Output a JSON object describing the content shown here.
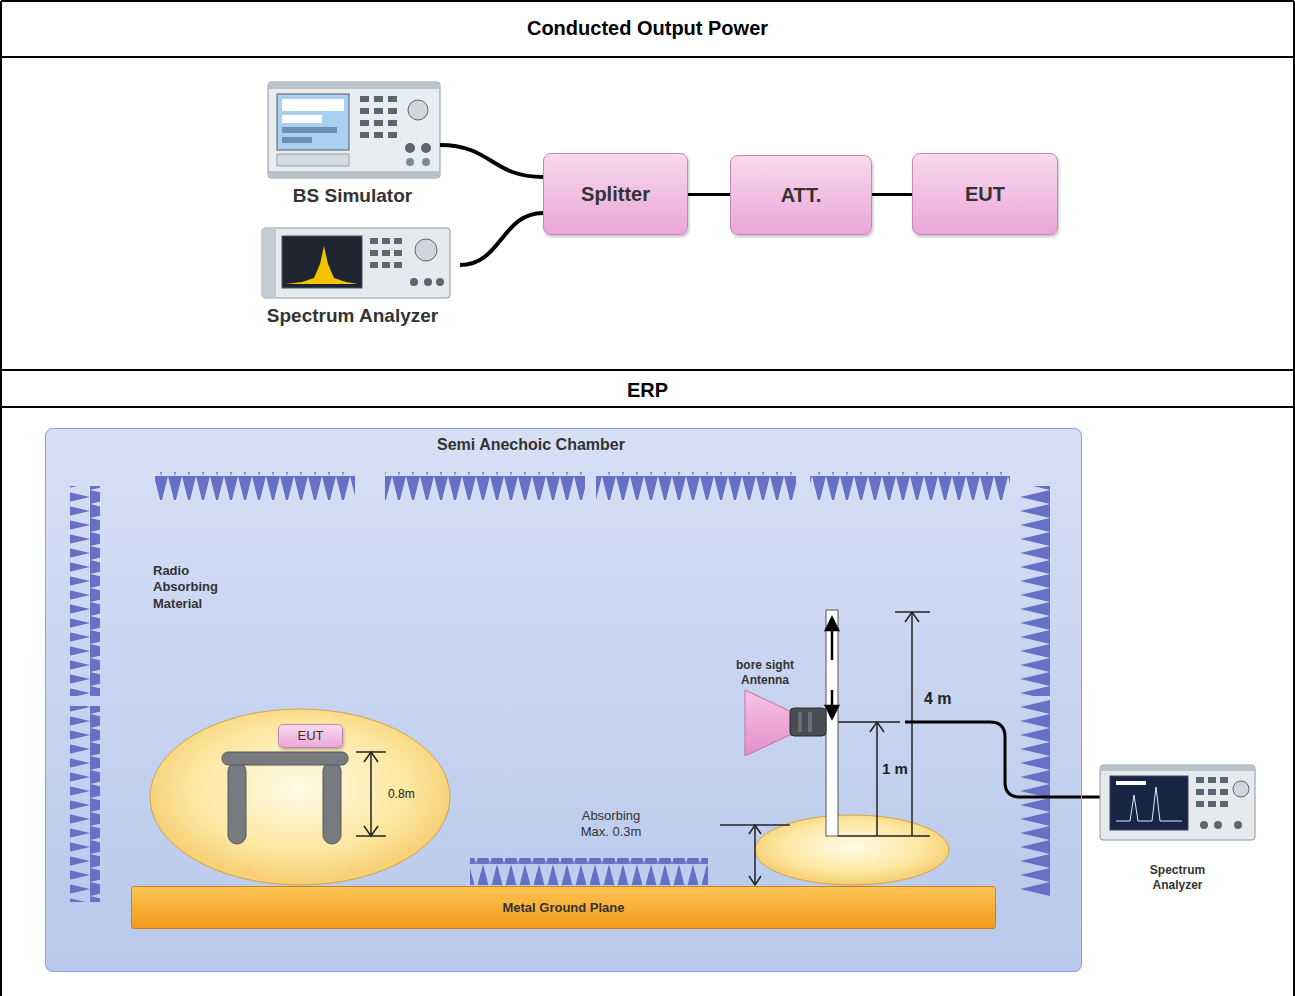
{
  "diagram": {
    "nodes": [
      {
        "text": [
          "BS Simulator"
        ]
      },
      {
        "text": [
          "Spectrum Analyzer"
        ]
      },
      {
        "text": [
          "Splitter"
        ]
      },
      {
        "text": [
          "ATT."
        ]
      },
      {
        "text": [
          "EUT"
        ]
      },
      {
        "text": [
          "Semi Anechoic Chamber"
        ]
      },
      {
        "text": [
          "EUT"
        ],
        "in": 5
      },
      {
        "text": [
          "Metal Ground Plane"
        ],
        "in": 5
      },
      {
        "text": [
          "Spectrum Analyzer"
        ]
      }
    ],
    "edges": [
      {
        "from": 0,
        "to": 2,
        "arrow": "none"
      },
      {
        "from": 1,
        "to": 2,
        "arrow": "none"
      },
      {
        "from": 2,
        "to": 3,
        "arrow": "none"
      },
      {
        "from": 3,
        "to": 4,
        "arrow": "none"
      }
    ],
    "labels": [
      "Conducted Output Power",
      "ERP",
      "Radio Absorbing Material",
      "bore sight Antenna",
      "4 m",
      "1 m",
      "0.8m",
      "Absorbing Max. 0.3m"
    ]
  }
}
